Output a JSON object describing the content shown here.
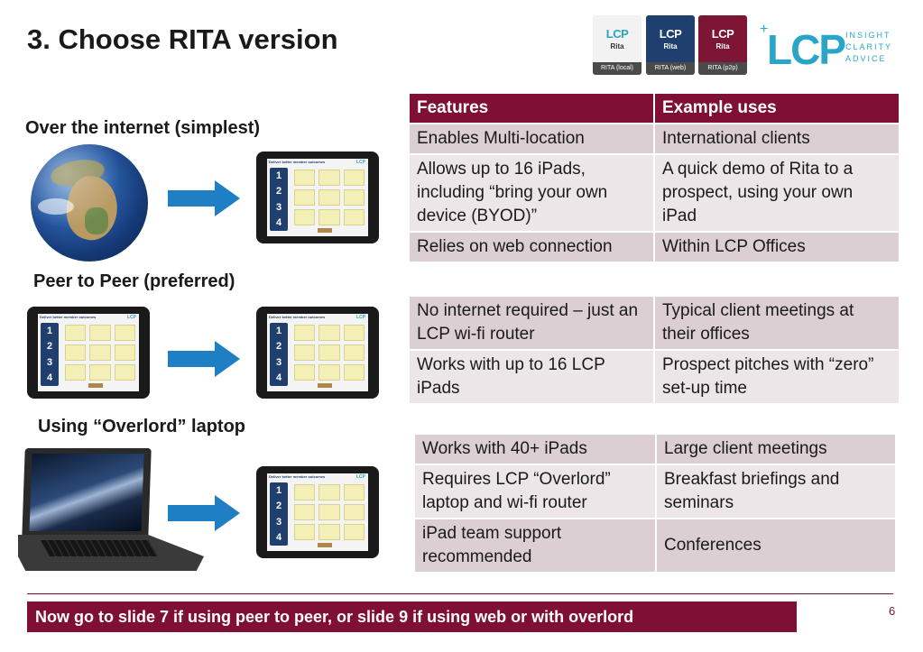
{
  "slide": {
    "title": "3. Choose RITA version",
    "page_number": "6",
    "footer_banner": "Now go to slide 7 if using peer to peer, or slide 9 if using web or with overlord"
  },
  "logos": {
    "app_icons": [
      {
        "brand": "LCP",
        "app": "Rita",
        "caption": "RITA (local)"
      },
      {
        "brand": "LCP",
        "app": "Rita",
        "caption": "RITA (web)"
      },
      {
        "brand": "LCP",
        "app": "Rita",
        "caption": "RITA (p2p)"
      }
    ],
    "company": {
      "plus": "+",
      "name": "LCP",
      "tagline": [
        "INSIGHT",
        "CLARITY",
        "ADVICE"
      ]
    }
  },
  "sections": {
    "internet": "Over the internet (simplest)",
    "p2p": "Peer to Peer (preferred)",
    "overlord": "Using “Overlord” laptop"
  },
  "ipad_screen": {
    "title": "Deliver better member outcomes",
    "logo": "LCP",
    "numbers": [
      "1",
      "2",
      "3",
      "4"
    ]
  },
  "table_internet": {
    "headers": [
      "Features",
      "Example uses"
    ],
    "rows": [
      [
        "Enables Multi-location",
        "International clients"
      ],
      [
        "Allows up to 16 iPads, including “bring your own device (BYOD)”",
        "A quick demo of Rita to a prospect, using your own iPad"
      ],
      [
        "Relies on web connection",
        "Within LCP Offices"
      ]
    ]
  },
  "table_p2p": {
    "rows": [
      [
        "No internet required – just an LCP wi-fi router",
        "Typical client meetings at their offices"
      ],
      [
        "Works with up to 16 LCP iPads",
        "Prospect pitches with “zero” set-up time"
      ]
    ]
  },
  "table_overlord": {
    "rows": [
      [
        "Works with 40+ iPads",
        "Large client meetings"
      ],
      [
        "Requires LCP “Overlord” laptop and wi-fi router",
        "Breakfast briefings and seminars"
      ],
      [
        "iPad team support recommended",
        "Conferences"
      ]
    ]
  },
  "colors": {
    "accent": "#7f0f35",
    "row_dark": "#dccfd3",
    "row_light": "#ece6e8",
    "arrow": "#1f7fc4",
    "lcp_cyan": "#2aa5c7"
  }
}
